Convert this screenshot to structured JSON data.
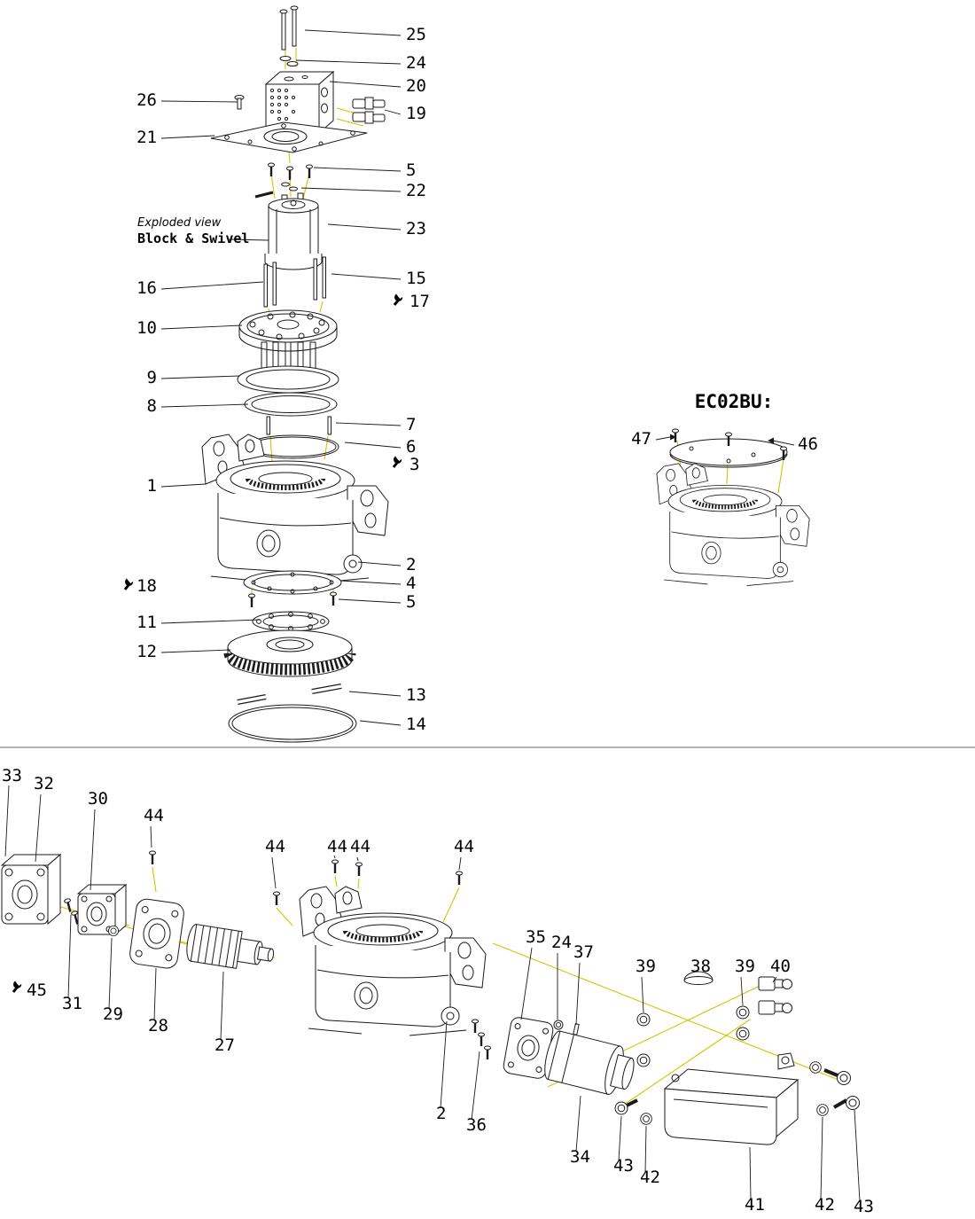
{
  "colors": {
    "background": "#ffffff",
    "line": "#1a1a1a",
    "leader_accent": "#d4c400",
    "divider": "#999999"
  },
  "icons": {
    "wrench-icon": "small wrench service marker (SVG shape)"
  },
  "top_view": {
    "note_line1": "Exploded view",
    "note_line2": "Block & Swivel",
    "left_callouts": [
      "26",
      "21",
      "16",
      "10",
      "9",
      "8",
      "1",
      "18",
      "11",
      "12"
    ],
    "right_callouts": [
      "25",
      "24",
      "20",
      "19",
      "5",
      "22",
      "23",
      "15",
      "17",
      "7",
      "6",
      "3",
      "2",
      "4",
      "5",
      "13",
      "14"
    ]
  },
  "variant_view": {
    "title": "EC02BU:",
    "callouts": [
      "47",
      "46"
    ]
  },
  "bottom_view": {
    "top_callouts": [
      "33",
      "32",
      "30",
      "44",
      "44",
      "44",
      "44",
      "44"
    ],
    "mid_callouts": [
      "35",
      "24",
      "37",
      "39",
      "38",
      "39",
      "40"
    ],
    "left_callouts": [
      "45",
      "31",
      "29",
      "28",
      "27"
    ],
    "center_callouts": [
      "2",
      "36",
      "34",
      "43",
      "42"
    ],
    "right_callouts": [
      "41",
      "42",
      "43"
    ]
  }
}
